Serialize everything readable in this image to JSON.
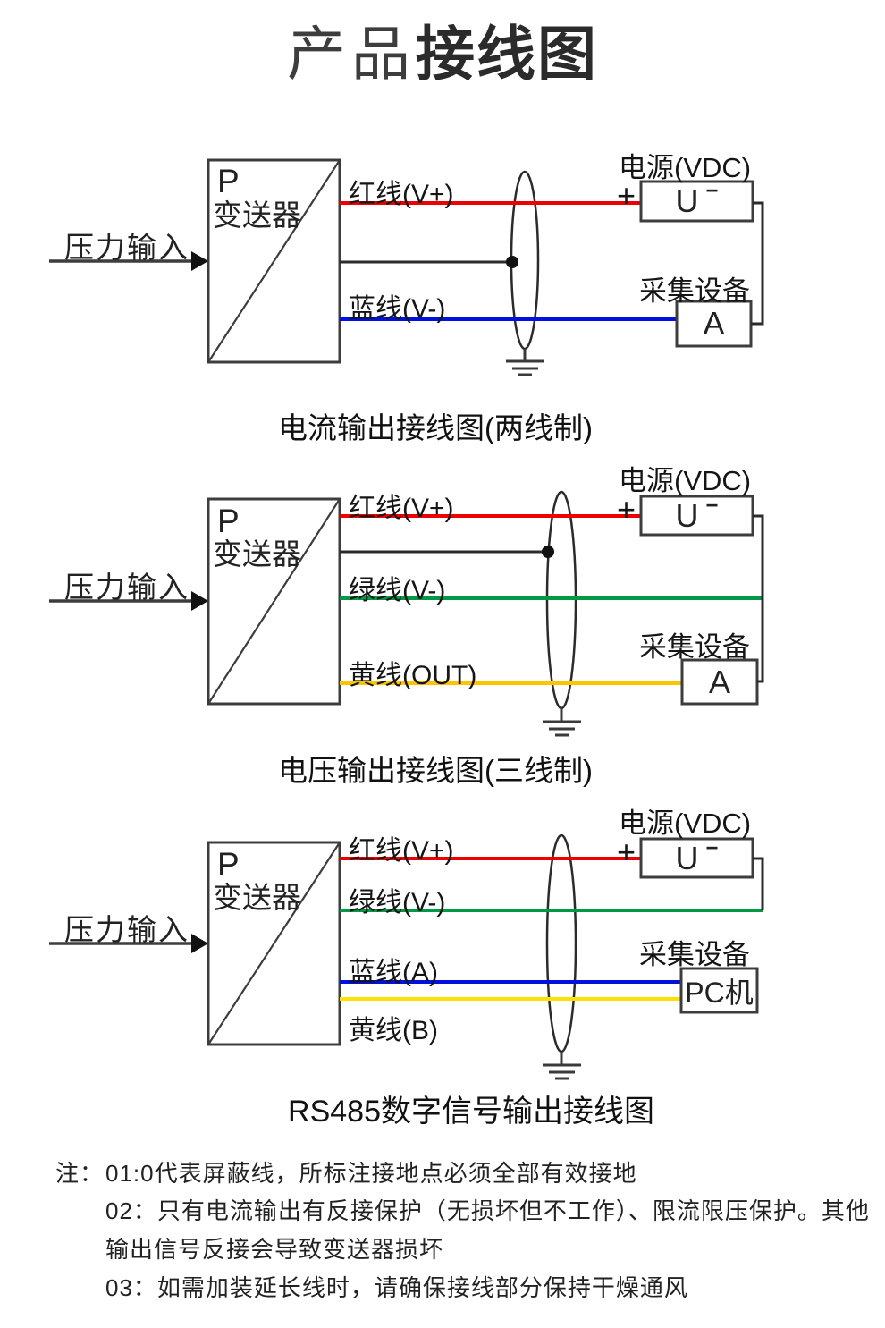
{
  "title": {
    "prefix": "产品",
    "emphasis": "接线图"
  },
  "colors": {
    "red": "#ee0000",
    "blue": "#0010dd",
    "green": "#009944",
    "gold": "#ffc400",
    "yellow": "#ffe000",
    "line": "#3d3d3d"
  },
  "diagram1": {
    "input": "压力输入",
    "box_p": "P",
    "box_name": "变送器",
    "wire_red": "红线(V+)",
    "wire_blue": "蓝线(V-)",
    "power_title": "电源(VDC)",
    "plus": "+",
    "u": "U",
    "u_sup": "−",
    "collector_title": "采集设备",
    "collector": "A",
    "caption": "电流输出接线图(两线制)"
  },
  "diagram2": {
    "input": "压力输入",
    "box_p": "P",
    "box_name": "变送器",
    "wire_red": "红线(V+)",
    "wire_green": "绿线(V-)",
    "wire_yellow": "黄线(OUT)",
    "power_title": "电源(VDC)",
    "plus": "+",
    "u": "U",
    "u_sup": "−",
    "collector_title": "采集设备",
    "collector": "A",
    "caption": "电压输出接线图(三线制)"
  },
  "diagram3": {
    "input": "压力输入",
    "box_p": "P",
    "box_name": "变送器",
    "wire_red": "红线(V+)",
    "wire_green": "绿线(V-)",
    "wire_blue": "蓝线(A)",
    "wire_yellow": "黄线(B)",
    "power_title": "电源(VDC)",
    "plus": "+",
    "u": "U",
    "u_sup": "−",
    "collector_title": "采集设备",
    "collector": "PC机",
    "caption": "RS485数字信号输出接线图"
  },
  "notes": {
    "prefix": "注：",
    "line1": "01:0代表屏蔽线，所标注接地点必须全部有效接地",
    "line2": "02：只有电流输出有反接保护（无损坏但不工作）、限流限压保护。其他",
    "line3": "输出信号反接会导致变送器损坏",
    "line4": "03：如需加装延长线时，请确保接线部分保持干燥通风"
  }
}
